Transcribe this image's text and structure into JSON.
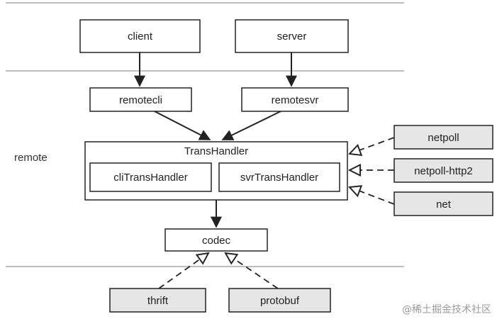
{
  "layers": {
    "remote": "remote"
  },
  "nodes": {
    "client": "client",
    "server": "server",
    "remotecli": "remotecli",
    "remotesvr": "remotesvr",
    "transhandler": "TransHandler",
    "clitranshandler": "cliTransHandler",
    "svrtranshandler": "svrTransHandler",
    "codec": "codec",
    "netpoll": "netpoll",
    "netpoll_http2": "netpoll-http2",
    "net": "net",
    "thrift": "thrift",
    "protobuf": "protobuf"
  },
  "watermark": "@稀土掘金技术社区",
  "colors": {
    "line": "#222222",
    "divider": "#aaaaaa",
    "shaded_fill": "#e6e6e6",
    "white_fill": "#ffffff"
  }
}
